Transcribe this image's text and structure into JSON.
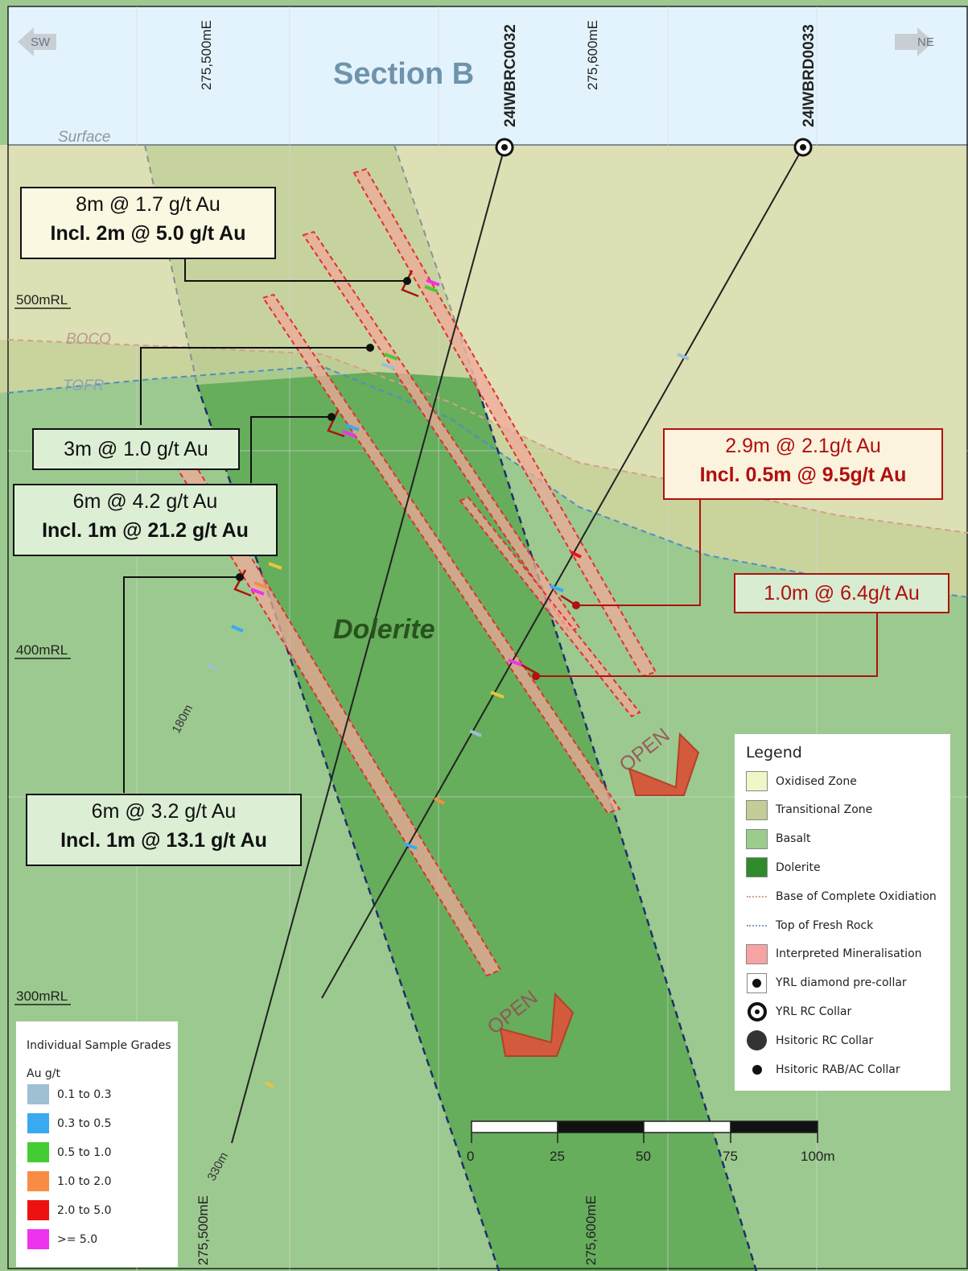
{
  "title": "Section B",
  "orientation": {
    "left": "SW",
    "right": "NE"
  },
  "colors": {
    "sky": "#e2f3fd",
    "oxidised": "#dde0b4",
    "transitional": "#c9d39c",
    "basalt": "#9cc98f",
    "dolerite": "#66ad5c",
    "mineralisation": "#f0a89a",
    "callout_red": "#b01010"
  },
  "eastings": [
    "275,500mE",
    "275,600mE"
  ],
  "rl_labels": [
    "500mRL",
    "400mRL",
    "300mRL"
  ],
  "boundary_labels": {
    "surface": "Surface",
    "boco": "BOCO",
    "tofr": "TOFR"
  },
  "rock_label": "Dolerite",
  "holes": [
    {
      "id": "24IWBRC0032"
    },
    {
      "id": "24IWBRD0033"
    }
  ],
  "depth_labels": [
    "180m",
    "330m"
  ],
  "open_labels": [
    "OPEN",
    "OPEN"
  ],
  "intercepts": [
    {
      "line1": "8m @ 1.7 g/t Au",
      "line2": "Incl. 2m @ 5.0 g/t Au"
    },
    {
      "line1": "3m @ 1.0 g/t Au",
      "line2": ""
    },
    {
      "line1": "6m @ 4.2 g/t Au",
      "line2": "Incl. 1m @ 21.2 g/t Au"
    },
    {
      "line1": "6m @ 3.2 g/t Au",
      "line2": "Incl. 1m @ 13.1 g/t Au"
    },
    {
      "line1": "2.9m @ 2.1g/t Au",
      "line2": "Incl. 0.5m @ 9.5g/t Au"
    },
    {
      "line1": "1.0m @ 6.4g/t Au",
      "line2": ""
    }
  ],
  "scale_bar": {
    "ticks": [
      "0",
      "25",
      "50",
      "75",
      "100m"
    ]
  },
  "legend": {
    "title": "Legend",
    "items": [
      {
        "label": "Oxidised Zone",
        "type": "swatch",
        "color": "#eef7c6"
      },
      {
        "label": "Transitional Zone",
        "type": "swatch",
        "color": "#c4cc97"
      },
      {
        "label": "Basalt",
        "type": "swatch",
        "color": "#9ccc8c"
      },
      {
        "label": "Dolerite",
        "type": "swatch",
        "color": "#2f8a2b"
      },
      {
        "label": "Base of Complete Oxidiation",
        "type": "dotted-line",
        "color": "#d8a08c"
      },
      {
        "label": "Top of Fresh Rock",
        "type": "dotted-line",
        "color": "#7aa3c9"
      },
      {
        "label": "Interpreted Mineralisation",
        "type": "swatch",
        "color": "#f7a3a3"
      },
      {
        "label": "YRL diamond pre-collar",
        "type": "dot-boxed",
        "color": "#111111"
      },
      {
        "label": "YRL RC Collar",
        "type": "ring",
        "color": "#111111"
      },
      {
        "label": "Hsitoric RC Collar",
        "type": "dot-large",
        "color": "#333333"
      },
      {
        "label": "Hsitoric RAB/AC Collar",
        "type": "dot-small",
        "color": "#111111"
      }
    ]
  },
  "grades": {
    "title": "Individual Sample Grades",
    "unit": "Au g/t",
    "items": [
      {
        "label": "0.1 to 0.3",
        "color": "#9fbfd2"
      },
      {
        "label": "0.3 to 0.5",
        "color": "#3aaaf0"
      },
      {
        "label": "0.5 to 1.0",
        "color": "#44cc33"
      },
      {
        "label": "1.0 to 2.0",
        "color": "#f98c45"
      },
      {
        "label": "2.0 to 5.0",
        "color": "#ee1111"
      },
      {
        "label": ">= 5.0",
        "color": "#ee33ee"
      }
    ]
  }
}
